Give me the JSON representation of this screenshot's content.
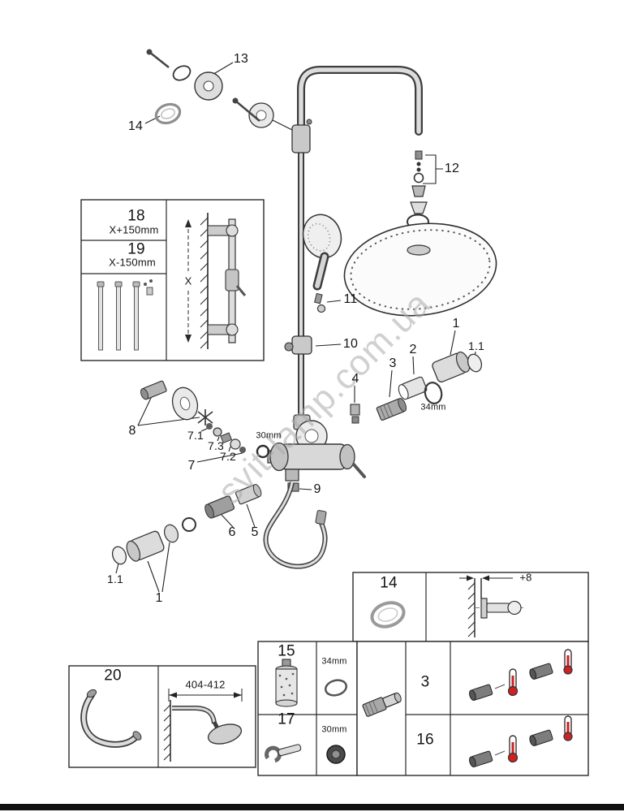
{
  "watermark": "svit-lamp.com.ua",
  "callouts": {
    "p13": "13",
    "p14": "14",
    "p12": "12",
    "p11": "11",
    "p10": "10",
    "p9": "9",
    "p8": "8",
    "p7": "7",
    "p7_1": "7.1",
    "p7_2": "7.2",
    "p7_3": "7.3",
    "p6": "6",
    "p5": "5",
    "p4": "4",
    "p3": "3",
    "p2": "2",
    "p1_right": "1",
    "p1_1_right": "1.1",
    "p1_left": "1",
    "p1_1_left": "1.1",
    "dim_34mm": "34mm",
    "dim_30mm": "30mm"
  },
  "inset": {
    "p18": "18",
    "p18_dim": "X+150mm",
    "p19": "19",
    "p19_dim": "X-150mm",
    "x_dim": "X"
  },
  "table": {
    "p20": "20",
    "dim_404": "404-412",
    "p14": "14",
    "dim_plus8": "+8",
    "p15": "15",
    "dim_34mm": "34mm",
    "p17": "17",
    "dim_30mm": "30mm",
    "p3": "3",
    "p16": "16"
  }
}
